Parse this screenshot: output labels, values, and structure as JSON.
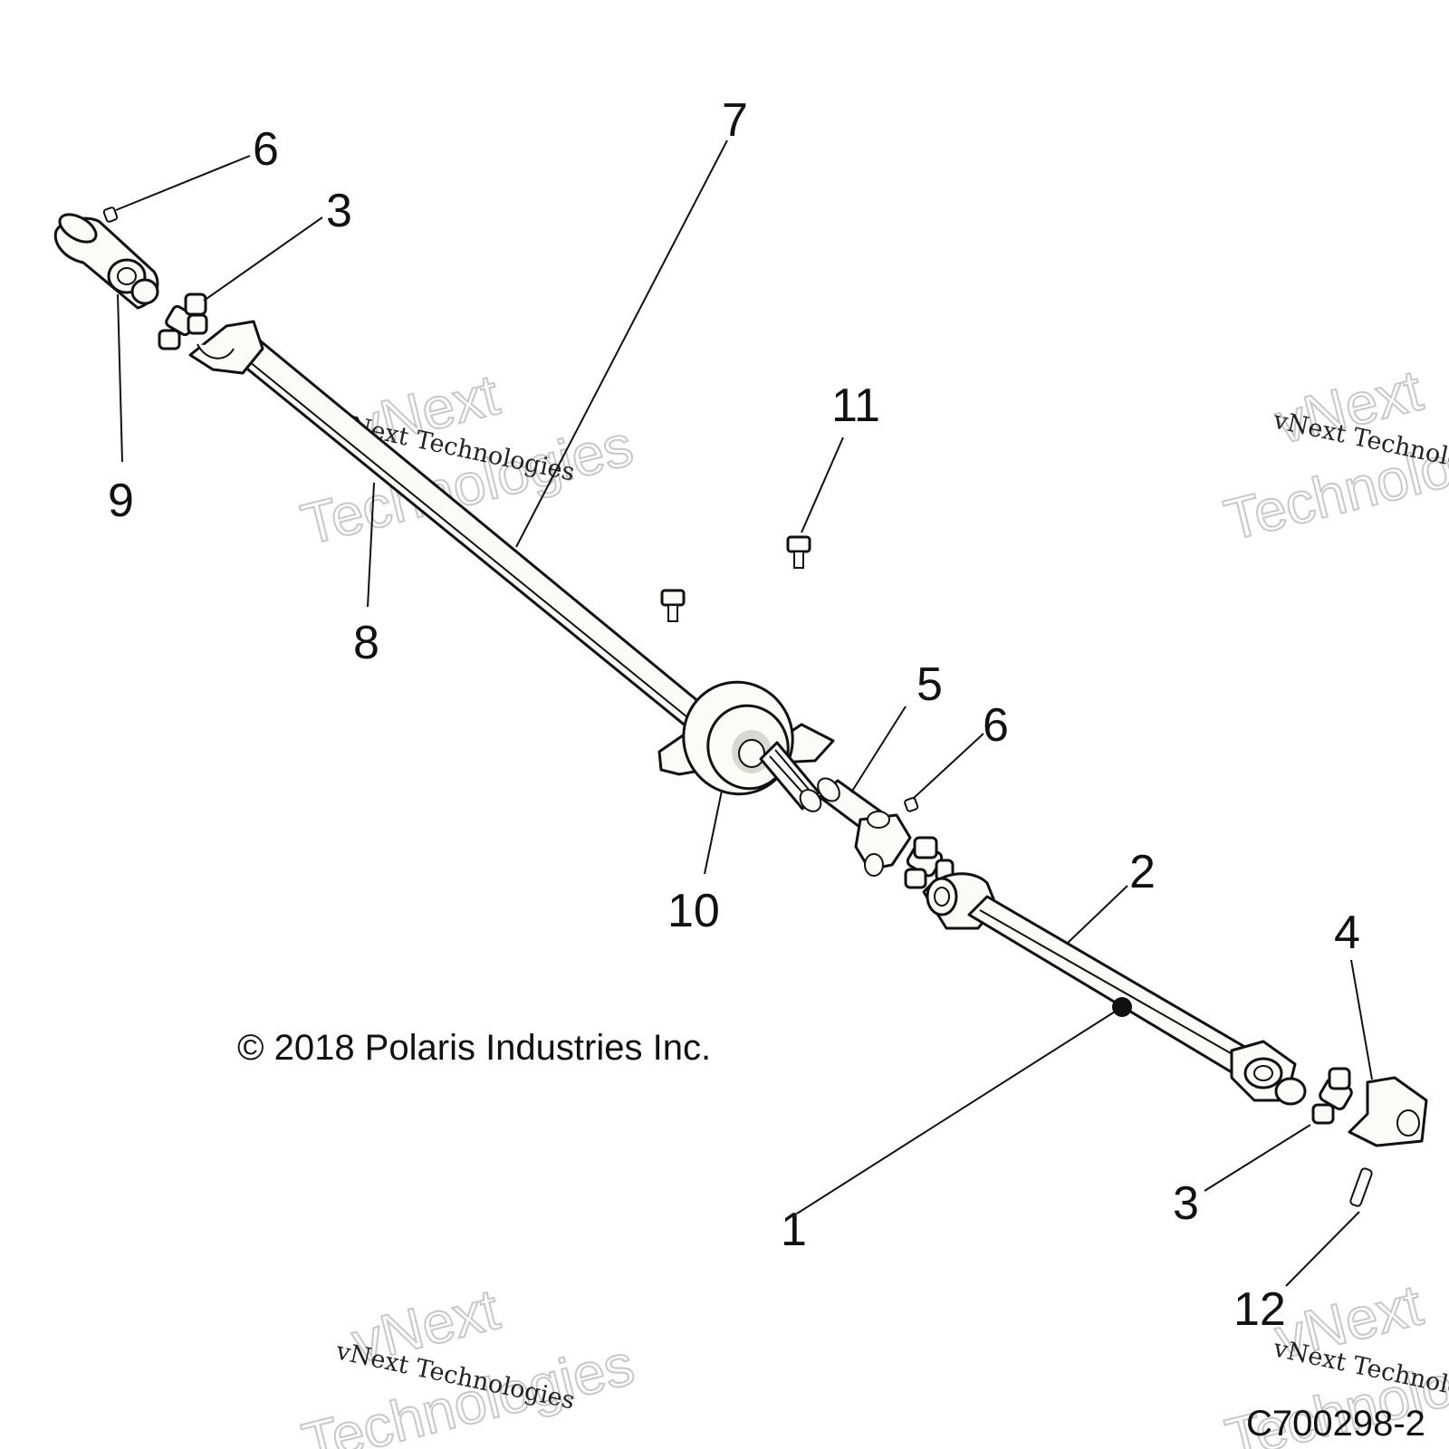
{
  "callouts": {
    "c1": "1",
    "c2": "2",
    "c3a": "3",
    "c3b": "3",
    "c4": "4",
    "c5": "5",
    "c6a": "6",
    "c6b": "6",
    "c7": "7",
    "c8": "8",
    "c9": "9",
    "c10": "10",
    "c11": "11",
    "c12": "12"
  },
  "copyright": "© 2018 Polaris Industries Inc.",
  "drawing_id": "C700298-2",
  "watermark": {
    "line1": "vNext Technologies",
    "line2a": "vNext",
    "line2b": "Technologies"
  }
}
